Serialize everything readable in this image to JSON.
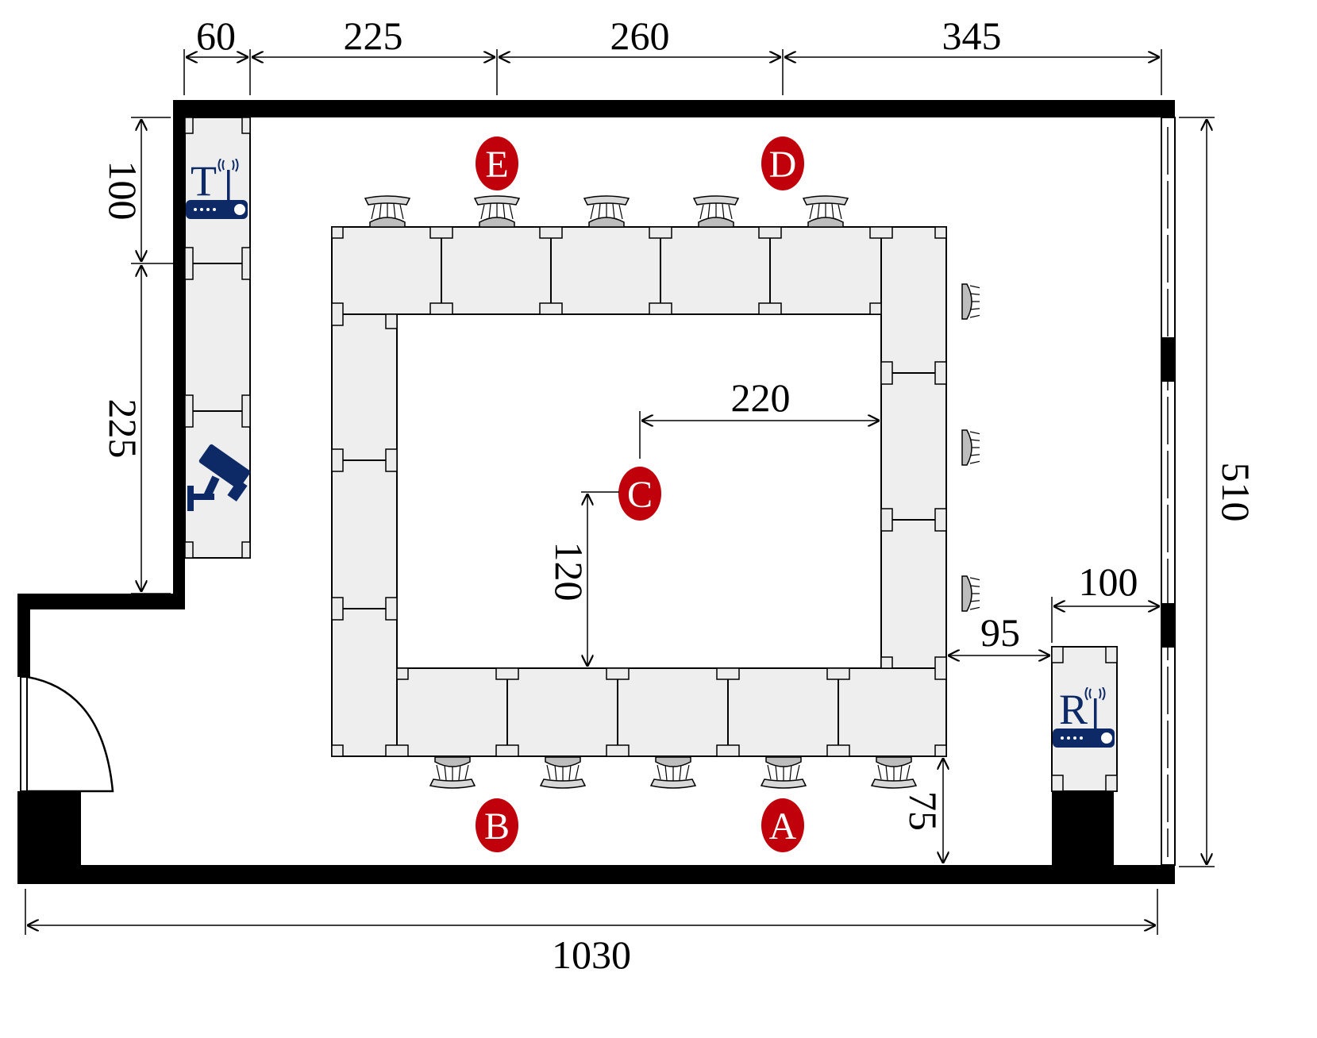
{
  "dimensions": {
    "top": [
      "60",
      "225",
      "260",
      "345"
    ],
    "left_upper": "100",
    "left_lower": "225",
    "right": "510",
    "bottom": "1030",
    "center_horizontal": "220",
    "center_vertical": "120",
    "gap_table_receiver": "95",
    "receiver_to_wall": "100",
    "table_to_bottom_wall": "75"
  },
  "markers": {
    "A": "A",
    "B": "B",
    "C": "C",
    "D": "D",
    "E": "E"
  },
  "devices": {
    "transmitter": "T",
    "receiver": "R"
  },
  "colors": {
    "marker": "#c0000b",
    "device": "#0d2a66",
    "wall": "#000000",
    "desk": "#eeeeee",
    "chair": "#c8c8c8"
  },
  "icons": [
    "router-icon",
    "security-camera-icon",
    "chair-icon",
    "door-icon"
  ]
}
